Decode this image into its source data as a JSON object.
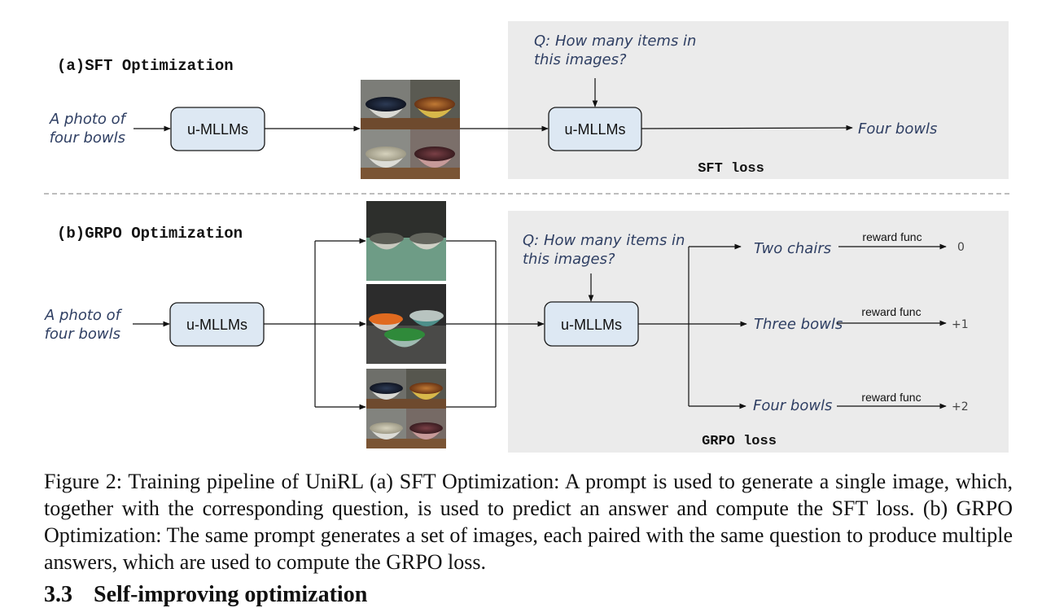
{
  "sft": {
    "title": "(a)SFT Optimization",
    "prompt_line1": "A photo of",
    "prompt_line2": "four bowls",
    "model_label": "u-MLLMs",
    "question_line1": "Q: How many items in",
    "question_line2": "this images?",
    "model2_label": "u-MLLMs",
    "answer": "Four bowls",
    "loss": "SFT loss"
  },
  "grpo": {
    "title": "(b)GRPO Optimization",
    "prompt_line1": "A photo of",
    "prompt_line2": "four bowls",
    "model_label": "u-MLLMs",
    "question_line1": "Q: How many items in",
    "question_line2": "this images?",
    "model2_label": "u-MLLMs",
    "answers": [
      {
        "text": "Two chairs",
        "reward_label": "reward func",
        "score": "0"
      },
      {
        "text": "Three bowls",
        "reward_label": "reward func",
        "score": "+1"
      },
      {
        "text": "Four bowls",
        "reward_label": "reward func",
        "score": "+2"
      }
    ],
    "loss": "GRPO loss"
  },
  "caption": "Figure 2: Training pipeline of UniRL (a) SFT Optimization: A prompt is used to generate a single image, which, together with the corresponding question, is used to predict an answer and compute the SFT loss. (b) GRPO Optimization: The same prompt generates a set of images, each paired with the same question to produce multiple answers, which are used to compute the GRPO loss.",
  "section": {
    "number": "3.3",
    "title": "Self-improving optimization"
  },
  "colors": {
    "panel": "#ebebeb",
    "box_fill": "#dde8f3",
    "italic_text": "#2f3f63",
    "divider": "#bdbdbd"
  }
}
